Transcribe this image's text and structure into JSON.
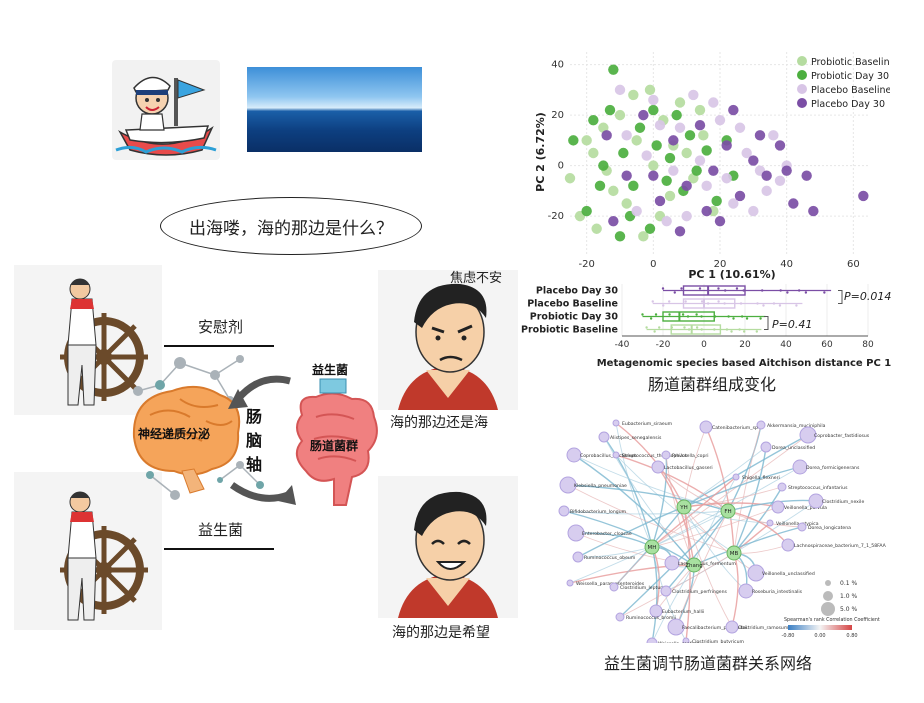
{
  "question": "出海喽，海的那边是什么？",
  "arrow_labels": {
    "top": "安慰剂",
    "bottom": "益生菌"
  },
  "face_captions": {
    "anxious_tag": "焦虑不安",
    "anxious": "海的那边还是海",
    "hopeful": "海的那边是希望"
  },
  "axis_diagram": {
    "brain_label": "神经递质分泌",
    "axis_label": [
      "肠",
      "脑",
      "轴"
    ],
    "probiotic_label": "益生菌",
    "gut_label": "肠道菌群"
  },
  "figure_captions": {
    "microbiome_change": "肠道菌群组成变化",
    "network": "益生菌调节肠道菌群关系网络"
  },
  "chart_data": [
    {
      "type": "scatter",
      "xlabel": "PC 1 (10.61%)",
      "ylabel": "PC 2 (6.72%)",
      "xlim": [
        -25,
        65
      ],
      "ylim": [
        -35,
        45
      ],
      "xticks": [
        -20,
        0,
        20,
        40,
        60
      ],
      "yticks": [
        -20,
        0,
        20,
        40
      ],
      "grid": true,
      "legend_position": "top-right",
      "series": [
        {
          "name": "Probiotic Baseline",
          "color": "#b5dca0",
          "points": [
            [
              -25,
              -5
            ],
            [
              -22,
              -20
            ],
            [
              -18,
              5
            ],
            [
              -15,
              15
            ],
            [
              -12,
              -10
            ],
            [
              -10,
              20
            ],
            [
              -8,
              -15
            ],
            [
              -5,
              10
            ],
            [
              -3,
              -28
            ],
            [
              0,
              0
            ],
            [
              3,
              18
            ],
            [
              5,
              -12
            ],
            [
              8,
              25
            ],
            [
              10,
              5
            ],
            [
              12,
              -5
            ],
            [
              15,
              12
            ],
            [
              18,
              -18
            ],
            [
              -20,
              10
            ],
            [
              -14,
              -2
            ],
            [
              -6,
              28
            ],
            [
              2,
              -20
            ],
            [
              6,
              8
            ],
            [
              -17,
              -25
            ],
            [
              14,
              22
            ],
            [
              -1,
              30
            ]
          ]
        },
        {
          "name": "Probiotic Day 30",
          "color": "#4caf3f",
          "points": [
            [
              -12,
              38
            ],
            [
              -24,
              10
            ],
            [
              -20,
              -18
            ],
            [
              -16,
              -8
            ],
            [
              -13,
              22
            ],
            [
              -9,
              5
            ],
            [
              -7,
              -20
            ],
            [
              -4,
              15
            ],
            [
              -1,
              -25
            ],
            [
              1,
              8
            ],
            [
              4,
              -6
            ],
            [
              7,
              20
            ],
            [
              9,
              -10
            ],
            [
              11,
              12
            ],
            [
              13,
              -2
            ],
            [
              16,
              6
            ],
            [
              19,
              -14
            ],
            [
              22,
              10
            ],
            [
              -18,
              18
            ],
            [
              -10,
              -28
            ],
            [
              0,
              22
            ],
            [
              5,
              3
            ],
            [
              -15,
              0
            ],
            [
              24,
              -4
            ],
            [
              -6,
              -8
            ]
          ]
        },
        {
          "name": "Placebo Baseline",
          "color": "#d8c5e6",
          "points": [
            [
              -10,
              30
            ],
            [
              -5,
              -18
            ],
            [
              0,
              26
            ],
            [
              4,
              -22
            ],
            [
              8,
              15
            ],
            [
              12,
              28
            ],
            [
              16,
              -8
            ],
            [
              20,
              18
            ],
            [
              24,
              -15
            ],
            [
              28,
              5
            ],
            [
              32,
              -2
            ],
            [
              36,
              12
            ],
            [
              40,
              0
            ],
            [
              -2,
              4
            ],
            [
              6,
              -2
            ],
            [
              10,
              -20
            ],
            [
              14,
              2
            ],
            [
              18,
              25
            ],
            [
              22,
              -5
            ],
            [
              26,
              15
            ],
            [
              30,
              -18
            ],
            [
              34,
              -10
            ],
            [
              -8,
              12
            ],
            [
              2,
              16
            ],
            [
              38,
              -6
            ]
          ]
        },
        {
          "name": "Placebo Day 30",
          "color": "#7b4ea5",
          "points": [
            [
              -14,
              12
            ],
            [
              -8,
              -4
            ],
            [
              -3,
              20
            ],
            [
              2,
              -14
            ],
            [
              6,
              10
            ],
            [
              10,
              -8
            ],
            [
              14,
              16
            ],
            [
              18,
              -2
            ],
            [
              22,
              8
            ],
            [
              26,
              -12
            ],
            [
              30,
              2
            ],
            [
              34,
              -4
            ],
            [
              38,
              8
            ],
            [
              42,
              -15
            ],
            [
              46,
              -4
            ],
            [
              48,
              -18
            ],
            [
              63,
              -12
            ],
            [
              -12,
              -22
            ],
            [
              0,
              -4
            ],
            [
              8,
              -26
            ],
            [
              16,
              -18
            ],
            [
              24,
              22
            ],
            [
              32,
              12
            ],
            [
              40,
              -2
            ],
            [
              20,
              -22
            ]
          ]
        }
      ]
    },
    {
      "type": "box",
      "xlabel": "Metagenomic species based Aitchison distance PC 1",
      "xlim": [
        -40,
        80
      ],
      "xticks": [
        -40,
        -20,
        0,
        20,
        40,
        60,
        80
      ],
      "categories": [
        "Placebo Day 30",
        "Placebo Baseline",
        "Probiotic Day 30",
        "Probiotic Baseline"
      ],
      "boxes": [
        {
          "name": "Placebo Day 30",
          "color": "#7b4ea5",
          "min": -20,
          "q1": -10,
          "median": 2,
          "q3": 20,
          "max": 62
        },
        {
          "name": "Placebo Baseline",
          "color": "#d8c5e6",
          "min": -25,
          "q1": -10,
          "median": 0,
          "q3": 15,
          "max": 48
        },
        {
          "name": "Probiotic Day 30",
          "color": "#4caf3f",
          "min": -30,
          "q1": -20,
          "median": -12,
          "q3": 5,
          "max": 30
        },
        {
          "name": "Probiotic Baseline",
          "color": "#b5dca0",
          "min": -28,
          "q1": -16,
          "median": -6,
          "q3": 8,
          "max": 28
        }
      ],
      "annotations": [
        "P=0.014",
        "P=0.41"
      ]
    }
  ],
  "network": {
    "hubs": [
      "YH",
      "FH",
      "MH",
      "MB",
      "Zhang"
    ],
    "nodes": [
      "Eubacterium_siraeum",
      "Akkermansia_muciniphila",
      "Alistipes_senegalensis",
      "Catenibacterium_sp",
      "Coprobacillus_bacterium",
      "Coprobacter_fastidiosus",
      "Streptococcus_thermophilus",
      "Prevotella_copri",
      "Dorea_unclassified",
      "Lactobacillus_gasseri",
      "Dorea_formicigenerans",
      "Klebsiella_pneumoniae",
      "Shigella_flexneri",
      "Streptococcus_infantarius",
      "Bifidobacterium_longum",
      "Veillonella_parvula",
      "Clostridium_nexile",
      "Enterobacter_cloacae",
      "Veillonella_atypica",
      "Dorea_longicatena",
      "Ruminococcus_obeum",
      "Lachnospiraceae_bacterium_7_1_58FAA",
      "Lactobacillus_fermentum",
      "Veillonella_unclassified",
      "Weissella_paramesenteroides",
      "Clostridium_leptum",
      "Clostridium_perfringens",
      "Eubacterium_hallii",
      "Roseburia_intestinalis",
      "Faecalibacterium_prausnitzii",
      "Clostridium_butyricum",
      "Ruminococcus_bromii",
      "Weissella_confusa",
      "Clostridium_ramosum"
    ],
    "size_legend": [
      "0.1 %",
      "1.0 %",
      "5.0 %"
    ],
    "color_legend_title": "Spearman's rank Correlation Coefficient",
    "color_legend_ticks": [
      "-0.80",
      "0.00",
      "0.80"
    ]
  }
}
